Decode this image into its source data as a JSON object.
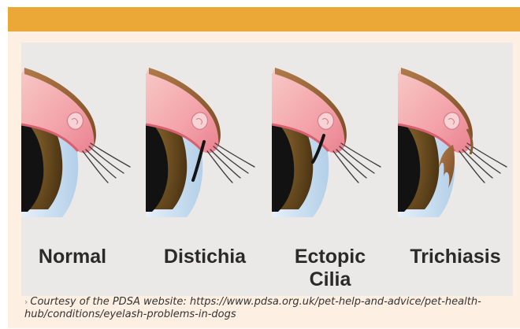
{
  "figure": {
    "panels": [
      {
        "key": "normal",
        "label": "Normal"
      },
      {
        "key": "distichia",
        "label": "Distichia"
      },
      {
        "key": "ectopic",
        "label_line1": "Ectopic",
        "label_line2": "Cilia"
      },
      {
        "key": "trichiasis",
        "label": "Trichiasis"
      }
    ]
  },
  "caption": {
    "marker": "›",
    "text": "Courtesy of the PDSA website: https://www.pdsa.org.uk/pet-help-and-advice/pet-health-hub/conditions/eyelash-problems-in-dogs"
  },
  "colors": {
    "header": "#eba837",
    "background": "#fdf0e3",
    "panel": "#eae9e8",
    "eyelid_skin": "#f3a7ae",
    "eyelid_fur": "#9a6536",
    "iris": "#6a4a1e",
    "cornea": "#c7ddf1"
  }
}
